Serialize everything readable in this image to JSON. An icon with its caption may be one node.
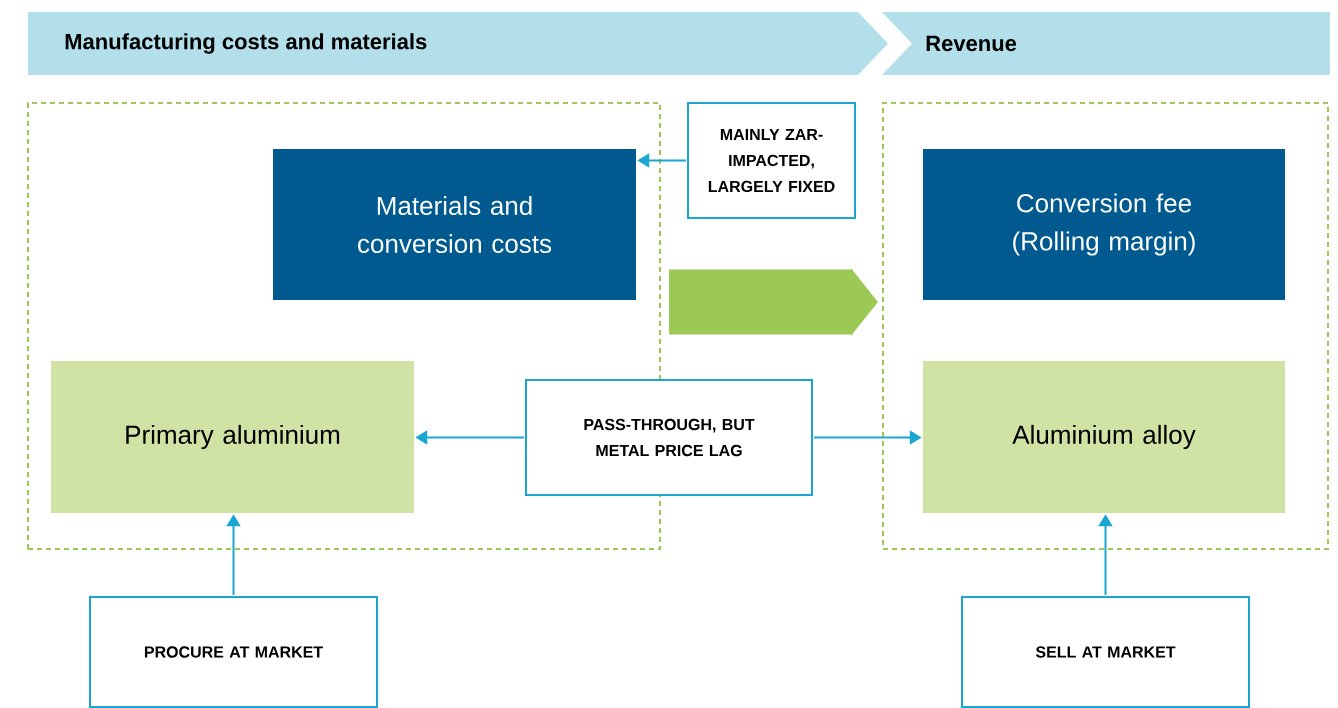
{
  "diagram": {
    "nodes": [
      {
        "text": [
          "Manufacturing costs and materials"
        ]
      },
      {
        "text": [
          "Revenue"
        ]
      },
      {
        "text": [],
        "shape": "box"
      },
      {
        "text": [],
        "shape": "box"
      },
      {
        "text": [
          "MAINLY ZAR-IMPACTED, LARGELY FIXED"
        ]
      },
      {
        "text": [
          "Materials and conversion costs"
        ],
        "in": 2
      },
      {
        "text": [
          "Conversion fee (Rolling margin)"
        ],
        "in": 3
      },
      {
        "text": [
          "Primary aluminium"
        ],
        "in": 2
      },
      {
        "text": [
          "PASS-THROUGH, BUT METAL PRICE LAG"
        ]
      },
      {
        "text": [
          "Aluminium alloy"
        ],
        "in": 3
      },
      {
        "text": [
          "PROCURE AT MARKET"
        ]
      },
      {
        "text": [
          "SELL AT MARKET"
        ]
      }
    ],
    "edges": [
      {
        "from": 4,
        "to": 5,
        "arrow": "to"
      },
      {
        "from": 2,
        "to": 3,
        "arrow": "to",
        "style": "thick",
        "color": "#9cc956"
      },
      {
        "from": 8,
        "to": 7,
        "arrow": "to"
      },
      {
        "from": 8,
        "to": 9,
        "arrow": "to"
      },
      {
        "from": 10,
        "to": 7,
        "arrow": "to"
      },
      {
        "from": 11,
        "to": 9,
        "arrow": "to"
      }
    ]
  }
}
